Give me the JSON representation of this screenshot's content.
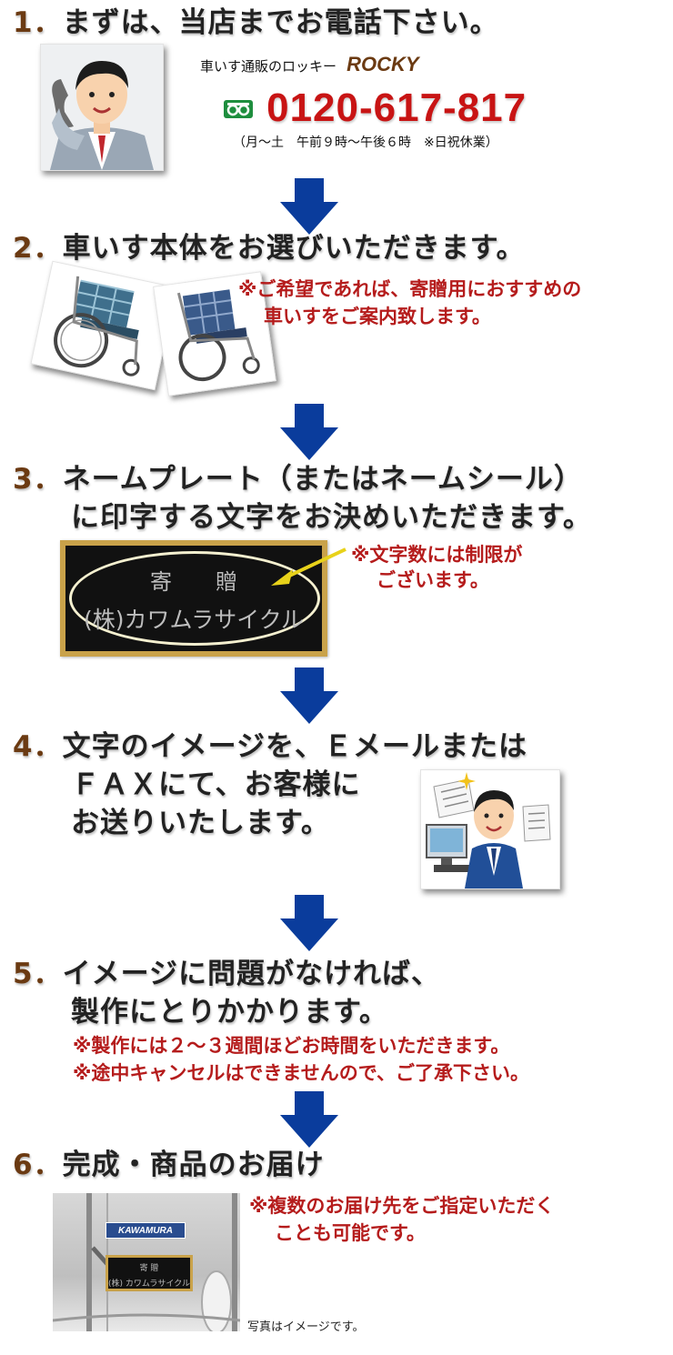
{
  "colors": {
    "accent_red": "#b51c1c",
    "step_number": "#6b3a12",
    "arrow_blue": "#0a3c9c",
    "phone_red": "#c81414"
  },
  "step1": {
    "number": "1．",
    "title": "まずは、当店までお電話下さい。",
    "shop_label": "車いす通販のロッキー",
    "shop_brand": "ROCKY",
    "phone_icon": "free-dial-icon",
    "phone_number": "0120-617-817",
    "hours": "（月～土　午前９時～午後６時　※日祝休業）"
  },
  "step2": {
    "number": "2．",
    "title": "車いす本体をお選びいただきます。",
    "note_line1": "※ご希望であれば、寄贈用におすすめの",
    "note_line2": "車いすをご案内致します。"
  },
  "step3": {
    "number": "3．",
    "title_line1": "ネームプレート（またはネームシール）",
    "title_line2": "に印字する文字をお決めいただきます。",
    "plate_line1": "寄　　贈",
    "plate_line2": "(株)カワムラサイクル",
    "note_line1": "※文字数には制限が",
    "note_line2": "ございます。"
  },
  "step4": {
    "number": "4．",
    "title_line1": "文字のイメージを、Ｅメールまたは",
    "title_line2": "ＦＡＸにて、お客様に",
    "title_line3": "お送りいたします。"
  },
  "step5": {
    "number": "5．",
    "title_line1": "イメージに問題がなければ、",
    "title_line2": "製作にとりかかります。",
    "note_line1": "※製作には２～３週間ほどお時間をいただきます。",
    "note_line2": "※途中キャンセルはできませんので、ご了承下さい。"
  },
  "step6": {
    "number": "6．",
    "title": "完成・商品のお届け",
    "note_line1": "※複数のお届け先をご指定いただく",
    "note_line2": "ことも可能です。",
    "brand_label": "KAWAMURA",
    "plate_line1": "寄 贈",
    "plate_line2": "(株) カワムラサイクル",
    "caption": "写真はイメージです。"
  }
}
